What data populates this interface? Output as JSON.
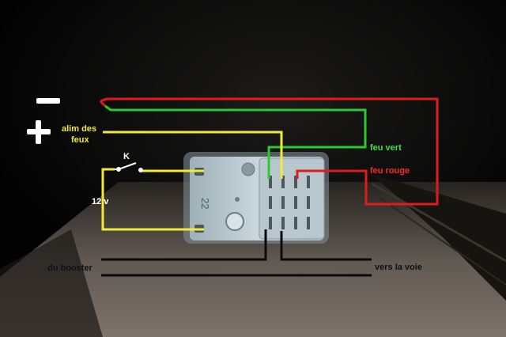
{
  "labels": {
    "minus": "−",
    "plus": "+",
    "alim_line1": "alim des",
    "alim_line2": "feux",
    "switch_k": "K",
    "voltage": "12 v",
    "feu_vert": "feu vert",
    "feu_rouge": "feu rouge",
    "du_booster": "du booster",
    "vers_la_voie": "vers la voie",
    "relay_marking": "22"
  },
  "colors": {
    "red_wire": "#e11b1b",
    "green_wire": "#2ec831",
    "yellow_wire": "#f2ea3a",
    "white_wire": "#ffffff",
    "black_wire": "#0a0a0a",
    "label_yellow": "#f2ea3a",
    "label_green": "#3ee23e",
    "label_red": "#ff2a2a",
    "label_white": "#ffffff",
    "label_dark": "#111111"
  }
}
